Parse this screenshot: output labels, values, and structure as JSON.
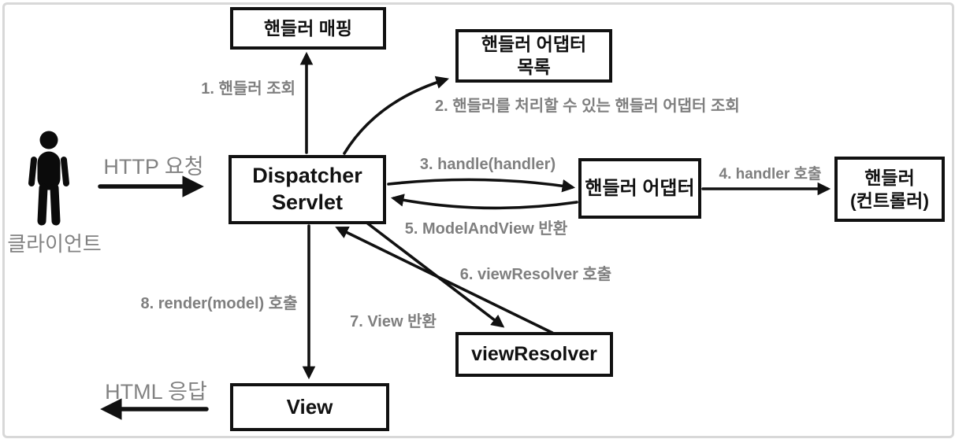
{
  "diagram_title": "Spring MVC DispatcherServlet request flow",
  "client": {
    "label": "클라이언트"
  },
  "nodes": {
    "handler_mapping": "핸들러 매핑",
    "handler_adapter_list": "핸들러 어댑터\n목록",
    "dispatcher_servlet": "Dispatcher\nServlet",
    "handler_adapter": "핸들러 어댑터",
    "handler_controller": "핸들러\n(컨트롤러)",
    "view_resolver": "viewResolver",
    "view": "View"
  },
  "edges": {
    "http_request": "HTTP 요청",
    "step1": "1. 핸들러 조회",
    "step2": "2. 핸들러를 처리할 수 있는 핸들러 어댑터 조회",
    "step3": "3. handle(handler)",
    "step4": "4. handler 호출",
    "step5": "5. ModelAndView 반환",
    "step6": "6. viewResolver 호출",
    "step7": "7. View 반환",
    "step8": "8. render(model) 호출",
    "html_response": "HTML 응답"
  },
  "colors": {
    "box_border": "#111111",
    "arrow": "#111111",
    "label_gray": "#7f7f7f",
    "frame_border": "#d8d8d8",
    "background": "#ffffff"
  }
}
